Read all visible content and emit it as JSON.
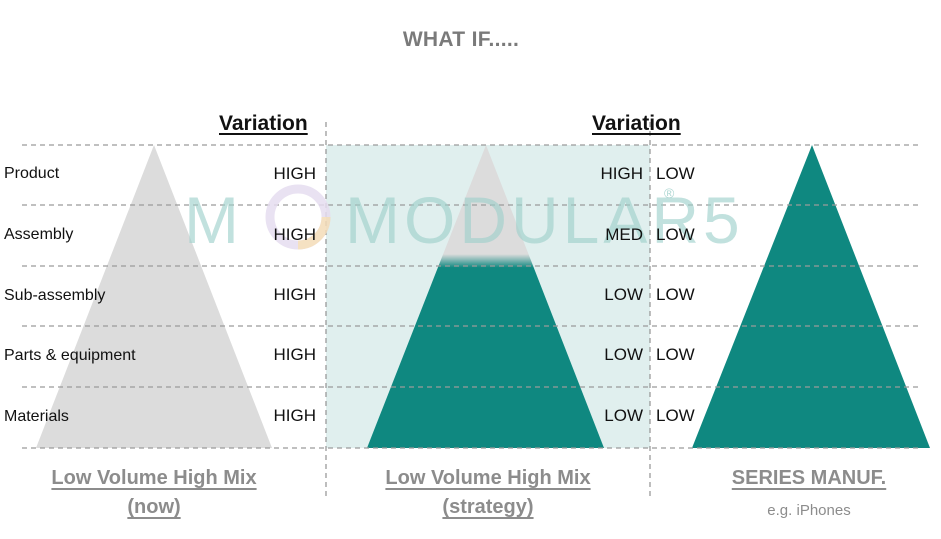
{
  "title": "WHAT IF.....",
  "variation_heading": "Variation",
  "row_labels": [
    "Product",
    "Assembly",
    "Sub-assembly",
    "Parts & equipment",
    "Materials"
  ],
  "columns": [
    {
      "footer_line1": "Low Volume High Mix",
      "footer_line2": "(now)",
      "levels": [
        "HIGH",
        "HIGH",
        "HIGH",
        "HIGH",
        "HIGH"
      ],
      "pyramid_color": "#dcdcdc"
    },
    {
      "footer_line1": "Low Volume High Mix",
      "footer_line2": "(strategy)",
      "levels": [
        "HIGH",
        "MED",
        "LOW",
        "LOW",
        "LOW"
      ],
      "pyramid_top_color": "#dcdcdc",
      "pyramid_bottom_color": "#0f8880",
      "highlight_color": "#e0efee"
    },
    {
      "footer_line1": "SERIES MANUF.",
      "note": "e.g. iPhones",
      "levels": [
        "LOW",
        "LOW",
        "LOW",
        "LOW",
        "LOW"
      ],
      "pyramid_color": "#0f8880"
    }
  ],
  "watermark": {
    "text": "MODULAR5",
    "registered": "®",
    "color": "#9fd0cb"
  },
  "divider_color": "#9a9a9a"
}
